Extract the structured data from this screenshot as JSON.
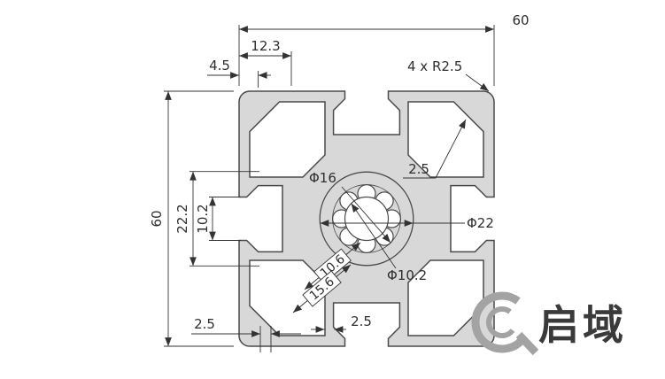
{
  "dims": {
    "width": "60",
    "height": "60",
    "top_offset": "12.3",
    "top_wall": "4.5",
    "corner_note": "4 x R2.5",
    "left_span": "22.2",
    "left_opening": "10.2",
    "wall_top_right": "2.5",
    "dia_flower": "Φ16",
    "dia_hub": "Φ22",
    "dia_core": "Φ10.2",
    "slot_depth": "10.6",
    "slot_width": "15.6",
    "wall_bottom_left": "2.5",
    "wall_bottom_mid": "2.5"
  },
  "logo": {
    "brand": "启域"
  },
  "colors": {
    "background": "#ffffff",
    "profile_fill": "#d8d8d8",
    "profile_stroke": "#4a4a4a",
    "dimension_line": "#333333",
    "logo_gray": "#a3a3a3",
    "logo_text": "#3a3a3a"
  }
}
